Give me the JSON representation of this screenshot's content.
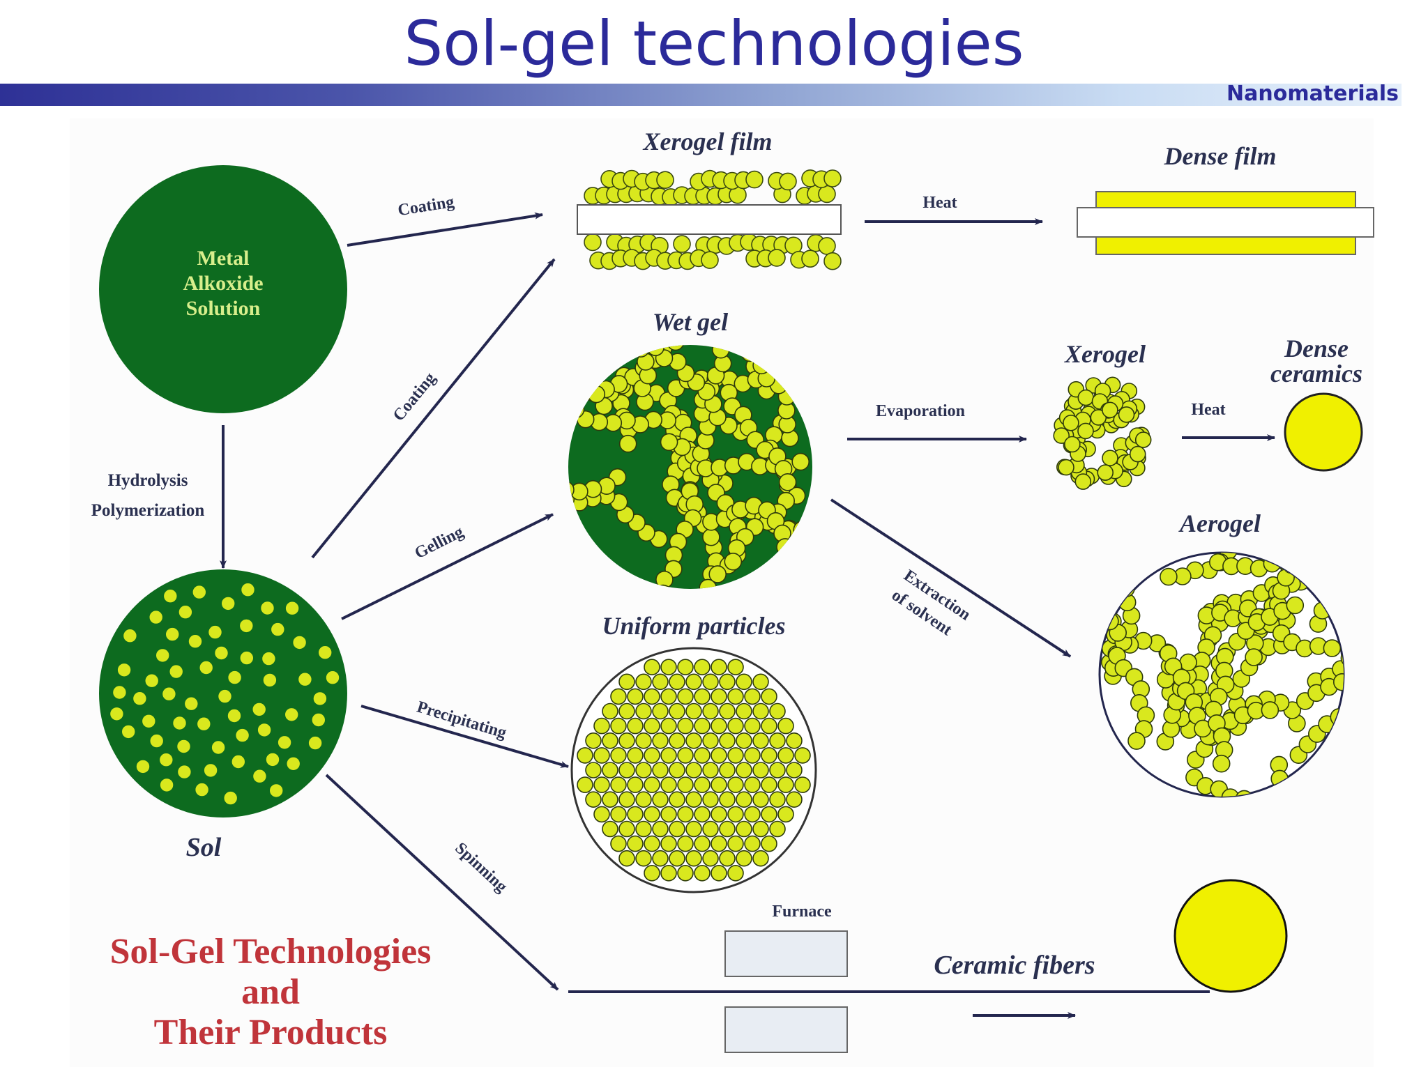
{
  "slide": {
    "title": "Sol-gel technologies",
    "band_label": "Nanomaterials"
  },
  "colors": {
    "title_blue": "#2b2a9a",
    "gel_green": "#0d6b1f",
    "particle_yellow": "#d9e81e",
    "fiber_yellow": "#f0f000",
    "arrow_navy": "#23264e",
    "caption_red": "#c0343a"
  },
  "diagram": {
    "metal_alkoxide": {
      "line1": "Metal",
      "line2": "Alkoxide",
      "line3": "Solution"
    },
    "sol": "Sol",
    "hydrolysis": "Hydrolysis",
    "polymerization": "Polymerization",
    "xerogel_film": "Xerogel film",
    "dense_film": "Dense film",
    "wet_gel": "Wet gel",
    "xerogel": "Xerogel",
    "dense_ceramics_1": "Dense",
    "dense_ceramics_2": "ceramics",
    "aerogel": "Aerogel",
    "uniform_particles": "Uniform particles",
    "ceramic_fibers": "Ceramic fibers",
    "furnace": "Furnace",
    "arrows": {
      "coating_top": "Coating",
      "coating_diag": "Coating",
      "gelling": "Gelling",
      "precipitating": "Precipitating",
      "spinning": "Spinning",
      "heat_film": "Heat",
      "evaporation": "Evaporation",
      "heat_ceramics": "Heat",
      "extraction_1": "Extraction",
      "extraction_2": "of solvent"
    },
    "caption": {
      "line1": "Sol-Gel Technologies",
      "line2": "and",
      "line3": "Their Products"
    }
  }
}
